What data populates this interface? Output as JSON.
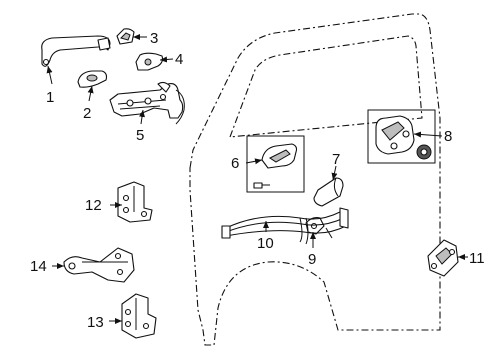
{
  "diagram": {
    "type": "exploded parts diagram",
    "callouts": [
      {
        "id": "1",
        "label": "1"
      },
      {
        "id": "2",
        "label": "2"
      },
      {
        "id": "3",
        "label": "3"
      },
      {
        "id": "4",
        "label": "4"
      },
      {
        "id": "5",
        "label": "5"
      },
      {
        "id": "6",
        "label": "6"
      },
      {
        "id": "7",
        "label": "7"
      },
      {
        "id": "8",
        "label": "8"
      },
      {
        "id": "9",
        "label": "9"
      },
      {
        "id": "10",
        "label": "10"
      },
      {
        "id": "11",
        "label": "11"
      },
      {
        "id": "12",
        "label": "12"
      },
      {
        "id": "13",
        "label": "13"
      },
      {
        "id": "14",
        "label": "14"
      }
    ]
  }
}
